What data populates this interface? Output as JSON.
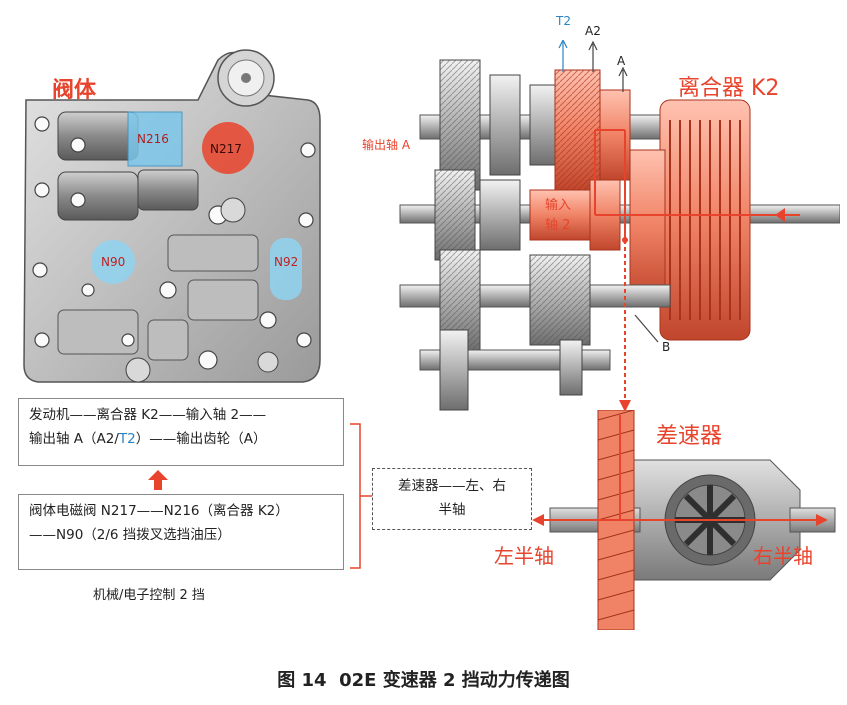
{
  "valve_body": {
    "title": "阀体",
    "solenoids": [
      "N216",
      "N217",
      "N90",
      "N92"
    ]
  },
  "flow": {
    "box1_line1": "发动机——离合器 K2——输入轴 2——",
    "box1_line2_a": "输出轴 A（A2/",
    "box1_line2_t2": "T2",
    "box1_line2_b": "）——输出齿轮（A）",
    "box2_line1": "阀体电磁阀 N217——N216（离合器 K2）",
    "box2_line2": "——N90（2/6 挡拨叉选挡油压）",
    "control_label": "机械/电子控制 2 挡",
    "diff_line1": "差速器——左、右",
    "diff_line2": "半轴"
  },
  "gearbox": {
    "clutch_label": "离合器 K2",
    "output_shaft_label": "输出轴 A",
    "input_shaft_line1": "输入",
    "input_shaft_line2": "轴 2",
    "marker_t2": "T2",
    "marker_a2": "A2",
    "marker_a": "A",
    "marker_b": "B"
  },
  "differential": {
    "title": "差速器",
    "left_shaft": "左半轴",
    "right_shaft": "右半轴"
  },
  "caption": "图 14  02E 变速器 2 挡动力传递图",
  "colors": {
    "power_red": "#e8432c",
    "gear_orange": "#f28a6e",
    "t2_blue": "#2a84c6",
    "metal_grey": "#b9b9b9"
  }
}
